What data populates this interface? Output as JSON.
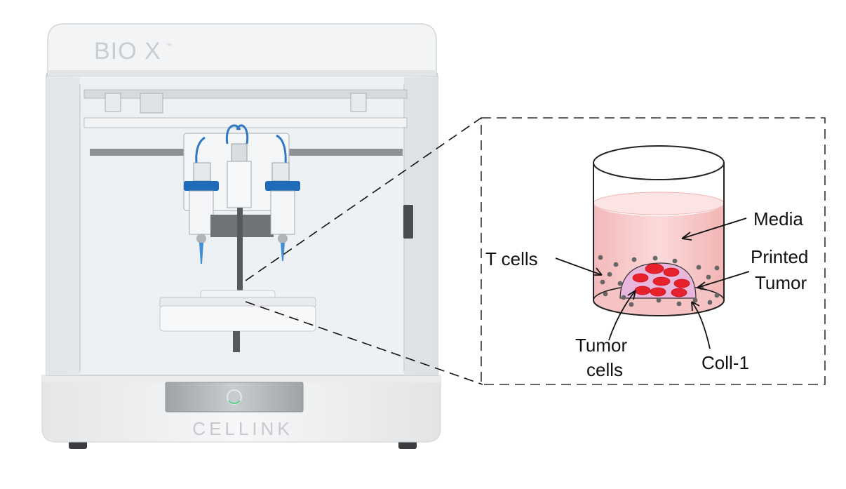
{
  "printer": {
    "brand": "BIO X",
    "trademark": "™",
    "maker": "CELLINK"
  },
  "inset": {
    "labels": {
      "media": "Media",
      "t_cells": "T cells",
      "printed_tumor_line1": "Printed",
      "printed_tumor_line2": "Tumor",
      "tumor_cells_line1": "Tumor",
      "tumor_cells_line2": "cells",
      "coll": "Coll-1"
    },
    "colors": {
      "media": "#f7c9c9",
      "tumor_cell": "#e8222c",
      "t_cell": "#666666",
      "dome": "#e9b6dc"
    }
  }
}
